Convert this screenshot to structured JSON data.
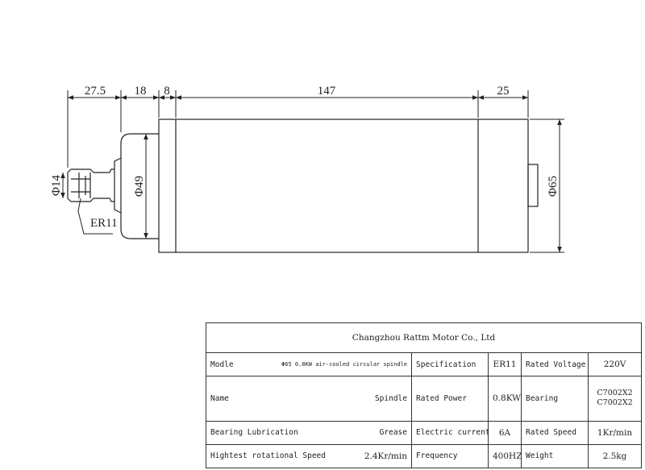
{
  "drawing": {
    "dimensions": {
      "collet_length": "27.5",
      "nose_length": "18",
      "flange_length": "8",
      "body_length": "147",
      "rear_length": "25",
      "collet_diameter": "Φ14",
      "nose_diameter": "Φ49",
      "body_diameter": "Φ65"
    },
    "collet_label": "ER11"
  },
  "spec_table": {
    "company": "Changzhou Rattm Motor Co., Ltd",
    "modle_label": "Modle",
    "modle_value": "Φ65 0.8KW air-cooled circular spindle",
    "specification_label": "Specification",
    "specification_value": "ER11",
    "rated_voltage_label": "Rated Voltage",
    "rated_voltage_value": "220V",
    "name_label": "Name",
    "name_value": "Spindle",
    "rated_power_label": "Rated Power",
    "rated_power_value": "0.8KW",
    "bearing_label": "Bearing",
    "bearing_value_1": "C7002X2",
    "bearing_value_2": "C7002X2",
    "bearing_lubrication_label": "Bearing Lubrication",
    "bearing_lubrication_value": "Grease",
    "electric_current_label": "Electric current",
    "electric_current_value": "6A",
    "rated_speed_label": "Rated Speed",
    "rated_speed_value": "1Kr/min",
    "highest_speed_label": "Hightest rotational Speed",
    "highest_speed_value": "2.4Kr/min",
    "frequency_label": "Frequency",
    "frequency_value": "400HZ",
    "weight_label": "Weight",
    "weight_value": "2.5kg"
  }
}
